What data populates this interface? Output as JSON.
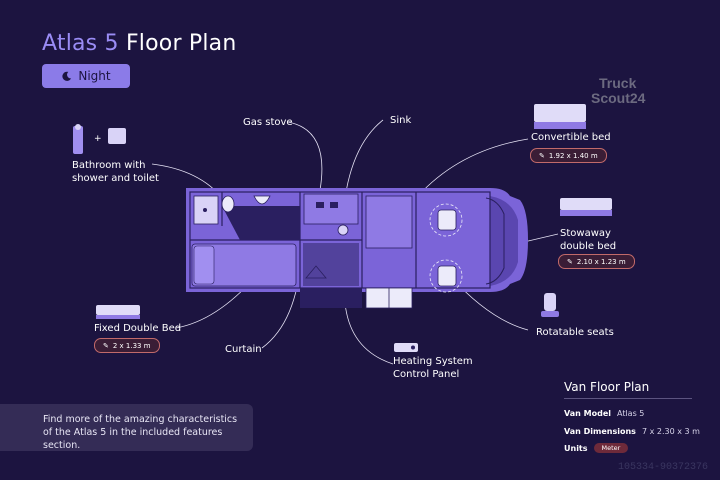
{
  "header": {
    "title_accent": "Atlas 5",
    "title_rest": "Floor Plan",
    "mode_button": "Night",
    "mode_icon": "moon-icon"
  },
  "watermark": {
    "line1": "Truck",
    "line2": "Scout24"
  },
  "labels": {
    "bathroom": "Bathroom with shower and toilet",
    "bathroom_line1": "Bathroom with",
    "bathroom_line2": "shower and toilet",
    "gas_stove": "Gas stove",
    "sink": "Sink",
    "convertible_bed": "Convertible bed",
    "convertible_bed_dim": "1.92 x 1.40 m",
    "stowaway_line1": "Stowaway",
    "stowaway_line2": "double bed",
    "stowaway_dim": "2.10 x 1.23 m",
    "rotatable_seats": "Rotatable seats",
    "fixed_bed": "Fixed Double Bed",
    "fixed_bed_dim": "2 x 1.33 m",
    "curtain": "Curtain",
    "heating_line1": "Heating System",
    "heating_line2": "Control Panel"
  },
  "info": {
    "line1": "Find more of the amazing characteristics",
    "line2": "of the Atlas 5 in the included features section."
  },
  "van_floor_plan": {
    "title": "Van Floor Plan",
    "model_label": "Van Model",
    "model_value": "Atlas 5",
    "dims_label": "Van Dimensions",
    "dims_value": "7 x 2.30 x 3 m",
    "units_label": "Units",
    "units_value": "Meter"
  },
  "code": "105334-90372376",
  "colors": {
    "background": "#1c1440",
    "accent": "#8b7be8",
    "plan_fill": "#7b64d8",
    "badge_border": "#c26a6a"
  }
}
